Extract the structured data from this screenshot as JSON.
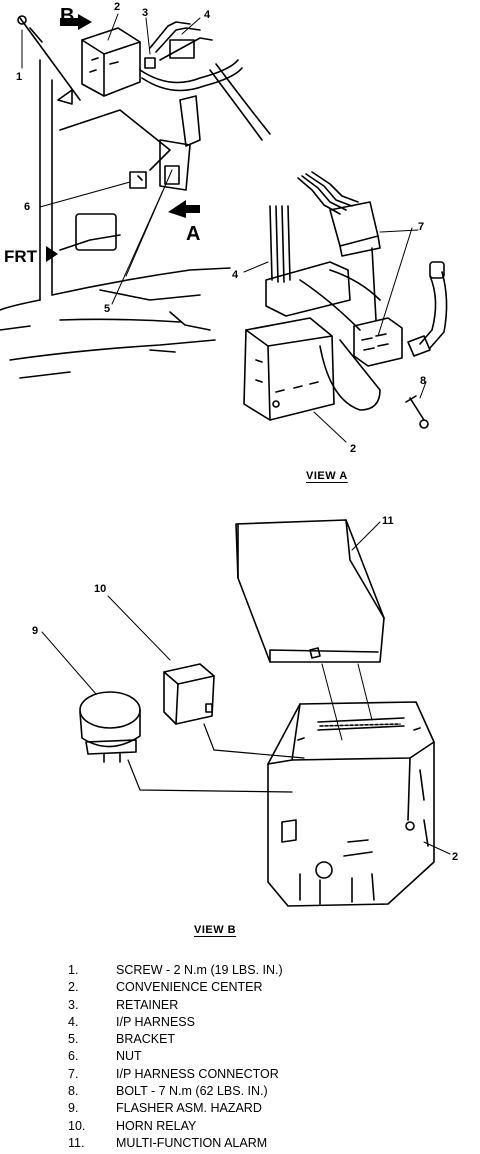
{
  "views": {
    "a_title": "VIEW A",
    "b_title": "VIEW B"
  },
  "arrows": {
    "b": "B",
    "a": "A",
    "frt": "FRT"
  },
  "callouts": {
    "c1": "1",
    "c2": "2",
    "c3": "3",
    "c4": "4",
    "c5": "5",
    "c6": "6",
    "a4": "4",
    "a7": "7",
    "a8": "8",
    "a2": "2",
    "b11": "11",
    "b10": "10",
    "b9": "9",
    "b2": "2"
  },
  "legend": [
    {
      "num": "1.",
      "text": "SCREW - 2 N.m (19 LBS. IN.)"
    },
    {
      "num": "2.",
      "text": "CONVENIENCE CENTER"
    },
    {
      "num": "3.",
      "text": "RETAINER"
    },
    {
      "num": "4.",
      "text": "I/P HARNESS"
    },
    {
      "num": "5.",
      "text": "BRACKET"
    },
    {
      "num": "6.",
      "text": "NUT"
    },
    {
      "num": "7.",
      "text": "I/P HARNESS CONNECTOR"
    },
    {
      "num": "8.",
      "text": "BOLT - 7 N.m (62 LBS. IN.)"
    },
    {
      "num": "9.",
      "text": "FLASHER ASM. HAZARD"
    },
    {
      "num": "10.",
      "text": "HORN RELAY"
    },
    {
      "num": "11.",
      "text": "MULTI-FUNCTION ALARM"
    }
  ]
}
